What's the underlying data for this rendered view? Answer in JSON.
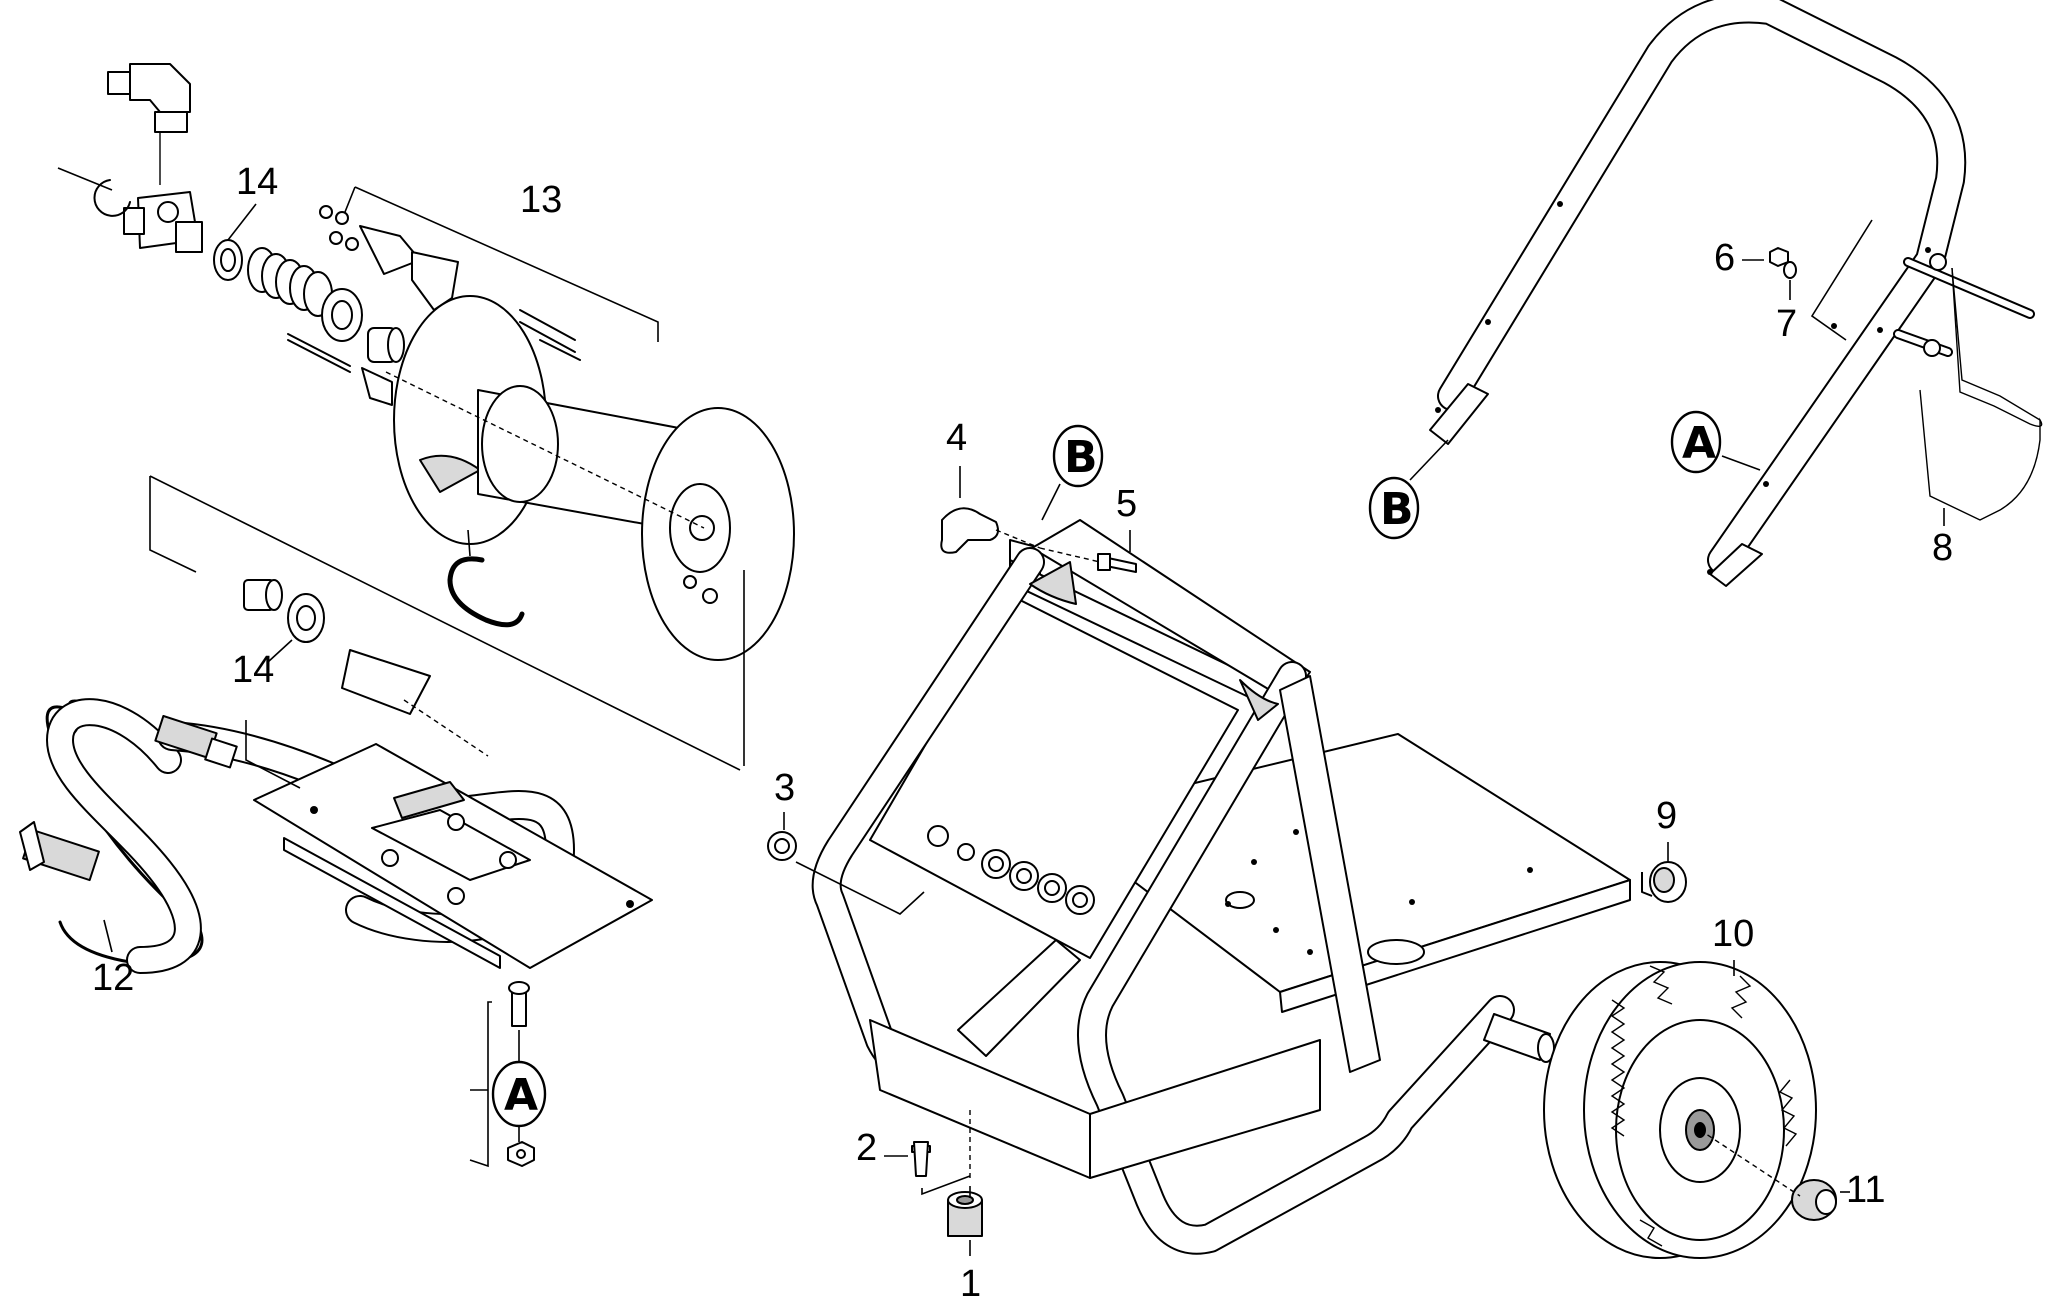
{
  "callouts": {
    "c1": "1",
    "c2": "2",
    "c3": "3",
    "c4": "4",
    "c5": "5",
    "c6": "6",
    "c7": "7",
    "c8": "8",
    "c9": "9",
    "c10": "10",
    "c11": "11",
    "c12": "12",
    "c13": "13",
    "c14_upper": "14",
    "c14_lower": "14"
  },
  "refs": {
    "a_handle": "A",
    "a_bracket": "A",
    "b_handle": "B",
    "b_frame": "B"
  }
}
